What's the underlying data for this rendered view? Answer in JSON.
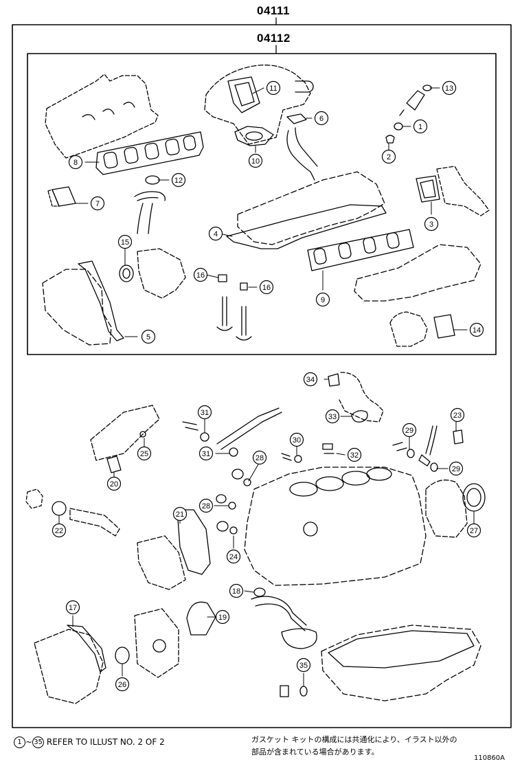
{
  "kits": {
    "outer": "04111",
    "inner": "04112"
  },
  "callouts": [
    {
      "n": "1"
    },
    {
      "n": "2"
    },
    {
      "n": "3"
    },
    {
      "n": "4"
    },
    {
      "n": "5"
    },
    {
      "n": "6"
    },
    {
      "n": "7"
    },
    {
      "n": "8"
    },
    {
      "n": "9"
    },
    {
      "n": "10"
    },
    {
      "n": "11"
    },
    {
      "n": "12"
    },
    {
      "n": "13"
    },
    {
      "n": "14"
    },
    {
      "n": "15"
    },
    {
      "n": "16"
    },
    {
      "n": "16"
    },
    {
      "n": "17"
    },
    {
      "n": "18"
    },
    {
      "n": "19"
    },
    {
      "n": "20"
    },
    {
      "n": "21"
    },
    {
      "n": "22"
    },
    {
      "n": "23"
    },
    {
      "n": "24"
    },
    {
      "n": "25"
    },
    {
      "n": "26"
    },
    {
      "n": "27"
    },
    {
      "n": "28"
    },
    {
      "n": "28"
    },
    {
      "n": "29"
    },
    {
      "n": "29"
    },
    {
      "n": "30"
    },
    {
      "n": "31"
    },
    {
      "n": "31"
    },
    {
      "n": "32"
    },
    {
      "n": "33"
    },
    {
      "n": "34"
    },
    {
      "n": "35"
    }
  ],
  "footer": {
    "range_start": "1",
    "range_sep": "~",
    "range_end": "35",
    "refer_text": "REFER TO ILLUST NO. 2 OF 2",
    "note_line1": "ガスケット キットの構成には共通化により、イラスト以外の",
    "note_line2": "部品が含まれている場合があります。",
    "illust_number": "110860A"
  }
}
